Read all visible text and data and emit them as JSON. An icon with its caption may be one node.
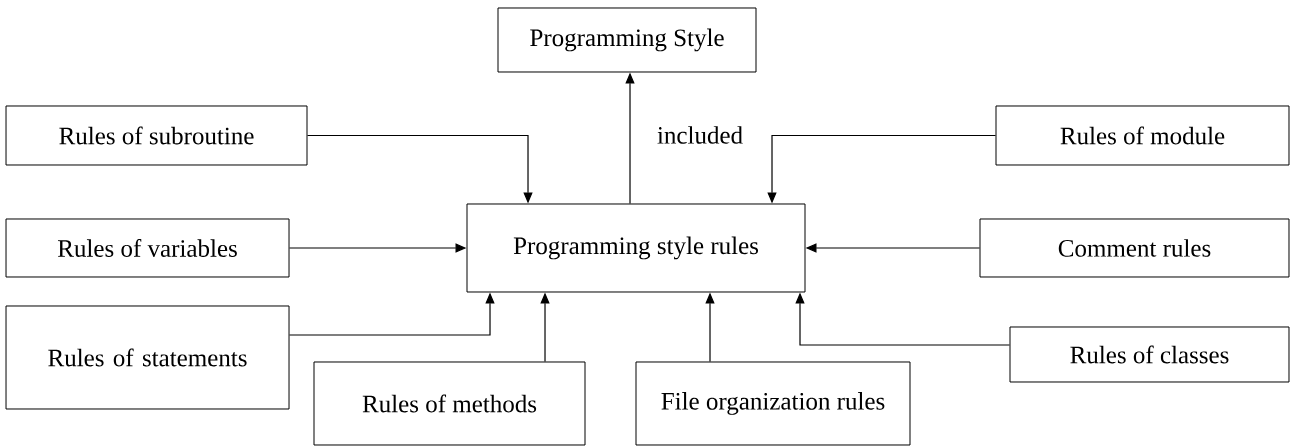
{
  "diagram": {
    "nodes": [
      {
        "text": [
          "Programming Style"
        ]
      },
      {
        "text": [
          "Rules of subroutine"
        ]
      },
      {
        "text": [
          "Rules of module"
        ]
      },
      {
        "text": [
          "Programming style rules"
        ]
      },
      {
        "text": [
          "Rules of variables"
        ]
      },
      {
        "text": [
          "Comment rules"
        ]
      },
      {
        "text": [
          "Rules of statements"
        ]
      },
      {
        "text": [
          "Rules of methods"
        ]
      },
      {
        "text": [
          "File organization rules"
        ]
      },
      {
        "text": [
          "Rules of classes"
        ]
      }
    ],
    "edges": [
      {
        "from": 3,
        "to": 0,
        "arrow": "to",
        "label": "included"
      },
      {
        "from": 1,
        "to": 3,
        "arrow": "to"
      },
      {
        "from": 2,
        "to": 3,
        "arrow": "to"
      },
      {
        "from": 4,
        "to": 3,
        "arrow": "to"
      },
      {
        "from": 5,
        "to": 3,
        "arrow": "to"
      },
      {
        "from": 6,
        "to": 3,
        "arrow": "to"
      },
      {
        "from": 7,
        "to": 3,
        "arrow": "to"
      },
      {
        "from": 8,
        "to": 3,
        "arrow": "to"
      },
      {
        "from": 9,
        "to": 3,
        "arrow": "to"
      }
    ]
  }
}
